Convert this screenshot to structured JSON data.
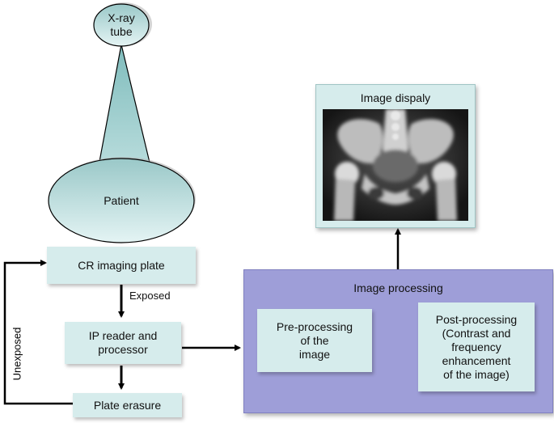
{
  "xray_tube": {
    "label": "X-ray\ntube"
  },
  "patient": {
    "label": "Patient"
  },
  "cr_plate": {
    "label": "CR imaging plate"
  },
  "exposed_label": "Exposed",
  "unexposed_label": "Unexposed",
  "ip_reader": {
    "label": "IP reader and\nprocessor"
  },
  "plate_erasure": {
    "label": "Plate erasure"
  },
  "image_processing": {
    "title": "Image processing",
    "pre": "Pre-processing\nof the\nimage",
    "post": "Post-processing\n(Contrast and\nfrequency\nenhancement\nof the image)"
  },
  "image_display": {
    "title": "Image dispaly"
  },
  "colors": {
    "box": "#d6ecec",
    "panel": "#9e9ed8",
    "arrow": "#000000"
  }
}
